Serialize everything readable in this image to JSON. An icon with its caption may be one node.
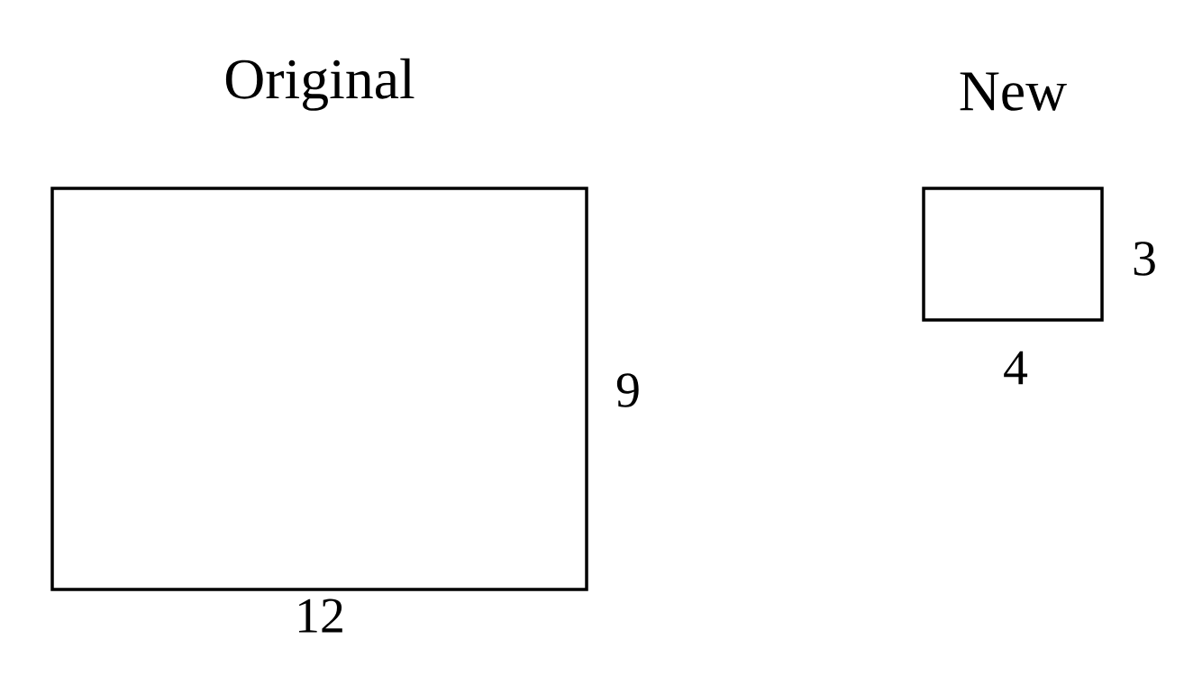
{
  "diagram": {
    "nodes": [
      {
        "text": [
          "Original"
        ]
      },
      {
        "text": [
          "New"
        ]
      }
    ],
    "labels": [
      "9",
      "12",
      "3",
      "4"
    ]
  }
}
